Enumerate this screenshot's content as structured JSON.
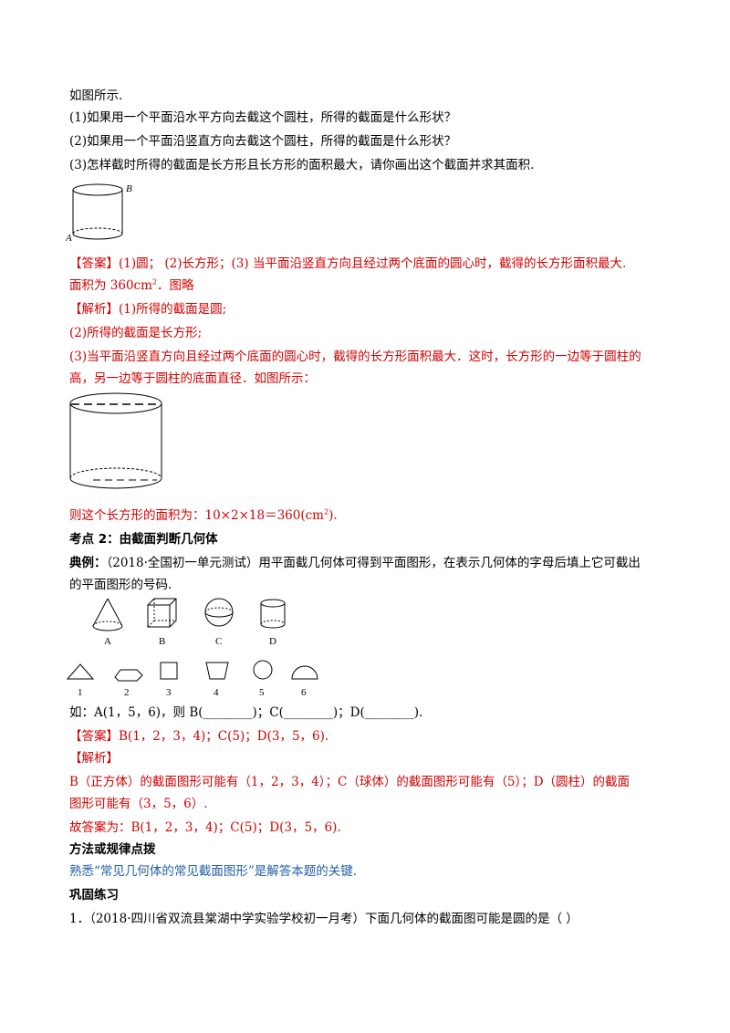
{
  "intro": "如图所示.",
  "q1": "(1)如果用一个平面沿水平方向去截这个圆柱，所得的截面是什么形状？",
  "q2": "(2)如果用一个平面沿竖直方向去截这个圆柱，所得的截面是什么形状？",
  "q3": "(3)怎样截时所得的截面是长方形且长方形的面积最大，请你画出这个截面并求其面积.",
  "fig1_labels": {
    "b": "B",
    "a": "A"
  },
  "answer1": {
    "tag": "【答案】",
    "line1": "(1)圆；  (2)长方形；(3) 当平面沿竖直方向且经过两个底面的圆心时，截得的长方形面积最大.",
    "line2_pre": "面积为 360cm",
    "line2_sup": "2",
    "line2_post": "．图略"
  },
  "analysis1": {
    "tag": "【解析】",
    "l1": "(1)所得的截面是圆;",
    "l2": "(2)所得的截面是长方形;",
    "l3": "(3)当平面沿竖直方向且经过两个底面的圆心时，截得的长方形面积最大．这时，长方形的一边等于圆柱的",
    "l4": "高，另一边等于圆柱的底面直径．如图所示：",
    "l5_pre": "则这个长方形的面积为：10×2×18＝360(cm",
    "l5_sup": "2",
    "l5_post": ")."
  },
  "section2": {
    "title": "考点 2：由截面判断几何体"
  },
  "example": {
    "label": "典例：",
    "l1": "（2018·全国初一单元测试）用平面截几何体可得到平面图形，在表示几何体的字母后填上它可截出",
    "l2": "的平面图形的号码."
  },
  "solids": [
    {
      "label": "A",
      "icon": "cone-icon"
    },
    {
      "label": "B",
      "icon": "cube-icon"
    },
    {
      "label": "C",
      "icon": "sphere-icon"
    },
    {
      "label": "D",
      "icon": "cylinder-icon"
    }
  ],
  "shapes": [
    {
      "label": "1",
      "icon": "triangle-icon"
    },
    {
      "label": "2",
      "icon": "hexagon-icon"
    },
    {
      "label": "3",
      "icon": "square-icon"
    },
    {
      "label": "4",
      "icon": "trapezoid-icon"
    },
    {
      "label": "5",
      "icon": "circle-icon"
    },
    {
      "label": "6",
      "icon": "semicircle-icon"
    }
  ],
  "fill_line": "如：A(1，5，6)，则 B(________)；C(________)；D(________).",
  "answer2": {
    "tag": "【答案】",
    "text": "B(1，2，3，4)；C(5)；D(3，5，6)."
  },
  "analysis2": {
    "tag": "【解析】",
    "l1": "B（正方体）的截面图形可能有（1，2，3，4）；C（球体）的截面图形可能有（5）；D（圆柱）的截面",
    "l2": "图形可能有（3，5，6）.",
    "l3": "故答案为：B(1，2，3，4)；C(5)；D(3，5，6)."
  },
  "method": {
    "title": "方法或规律点拨",
    "text": "熟悉“常见几何体的常见截面图形”是解答本题的关键."
  },
  "practice": {
    "title": "巩固练习",
    "q1": "1．（2018·四川省双流县棠湖中学实验学校初一月考）下面几何体的截面图可能是圆的是（      ）"
  },
  "colors": {
    "answer_red": "#d40000",
    "method_blue": "#1f5fa8"
  }
}
